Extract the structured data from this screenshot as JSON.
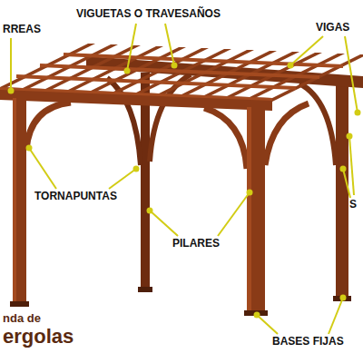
{
  "diagram": {
    "labels": [
      "RREAS",
      "VIGUETAS O TRAVESAÑOS",
      "VIGAS",
      "TORNAPUNTAS",
      "PILARES",
      "S",
      "BASES FIJAS",
      "nda de",
      "ergolas"
    ]
  }
}
